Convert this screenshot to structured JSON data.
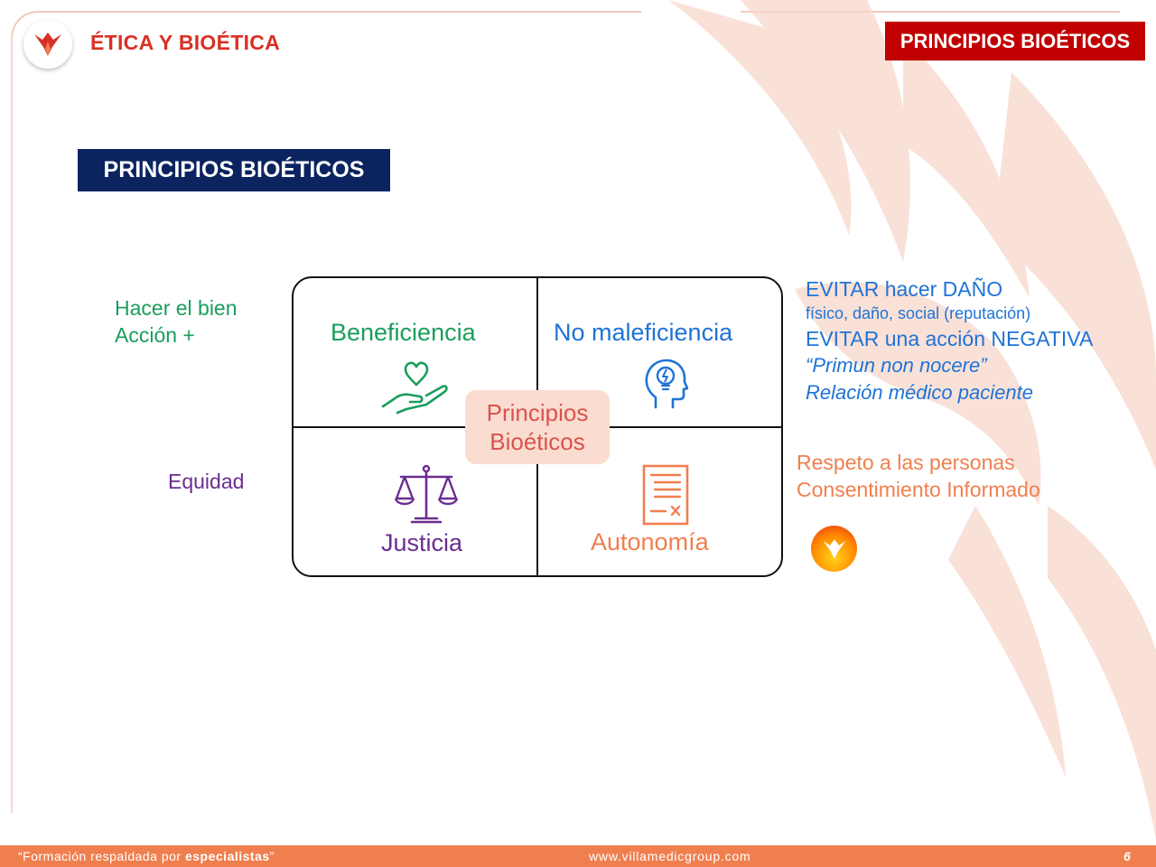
{
  "header": {
    "title": "ÉTICA Y BIOÉTICA",
    "badge": "PRINCIPIOS BIOÉTICOS"
  },
  "section": {
    "title": "PRINCIPIOS BIOÉTICOS"
  },
  "diagram": {
    "center": [
      "Principios",
      "Bioéticos"
    ],
    "quadrants": {
      "beneficencia": {
        "label": "Beneficiencia",
        "icon": "heart-hand-icon",
        "color": "#1a9e5c"
      },
      "no_maleficencia": {
        "label": "No maleficiencia",
        "icon": "head-bulb-icon",
        "color": "#1f73d6"
      },
      "justicia": {
        "label": "Justicia",
        "icon": "scale-icon",
        "color": "#6b2d8f"
      },
      "autonomia": {
        "label": "Autonomía",
        "icon": "document-icon",
        "color": "#f07f4f"
      }
    }
  },
  "notes": {
    "left_top": [
      "Hacer el bien",
      "Acción +"
    ],
    "left_bottom": "Equidad",
    "right_top": {
      "line1": "EVITAR hacer DAÑO",
      "line2": "físico, daño, social (reputación)",
      "line3": "EVITAR una acción NEGATIVA",
      "line4": "“Primun non nocere”",
      "line5": "Relación médico paciente"
    },
    "right_bottom": [
      "Respeto a las personas",
      "Consentimiento Informado"
    ]
  },
  "footer": {
    "tagline_prefix": "“Formación respaldada por ",
    "tagline_bold": "especialistas",
    "tagline_suffix": "”",
    "url": "www.villamedicgroup.com",
    "page": "6"
  }
}
